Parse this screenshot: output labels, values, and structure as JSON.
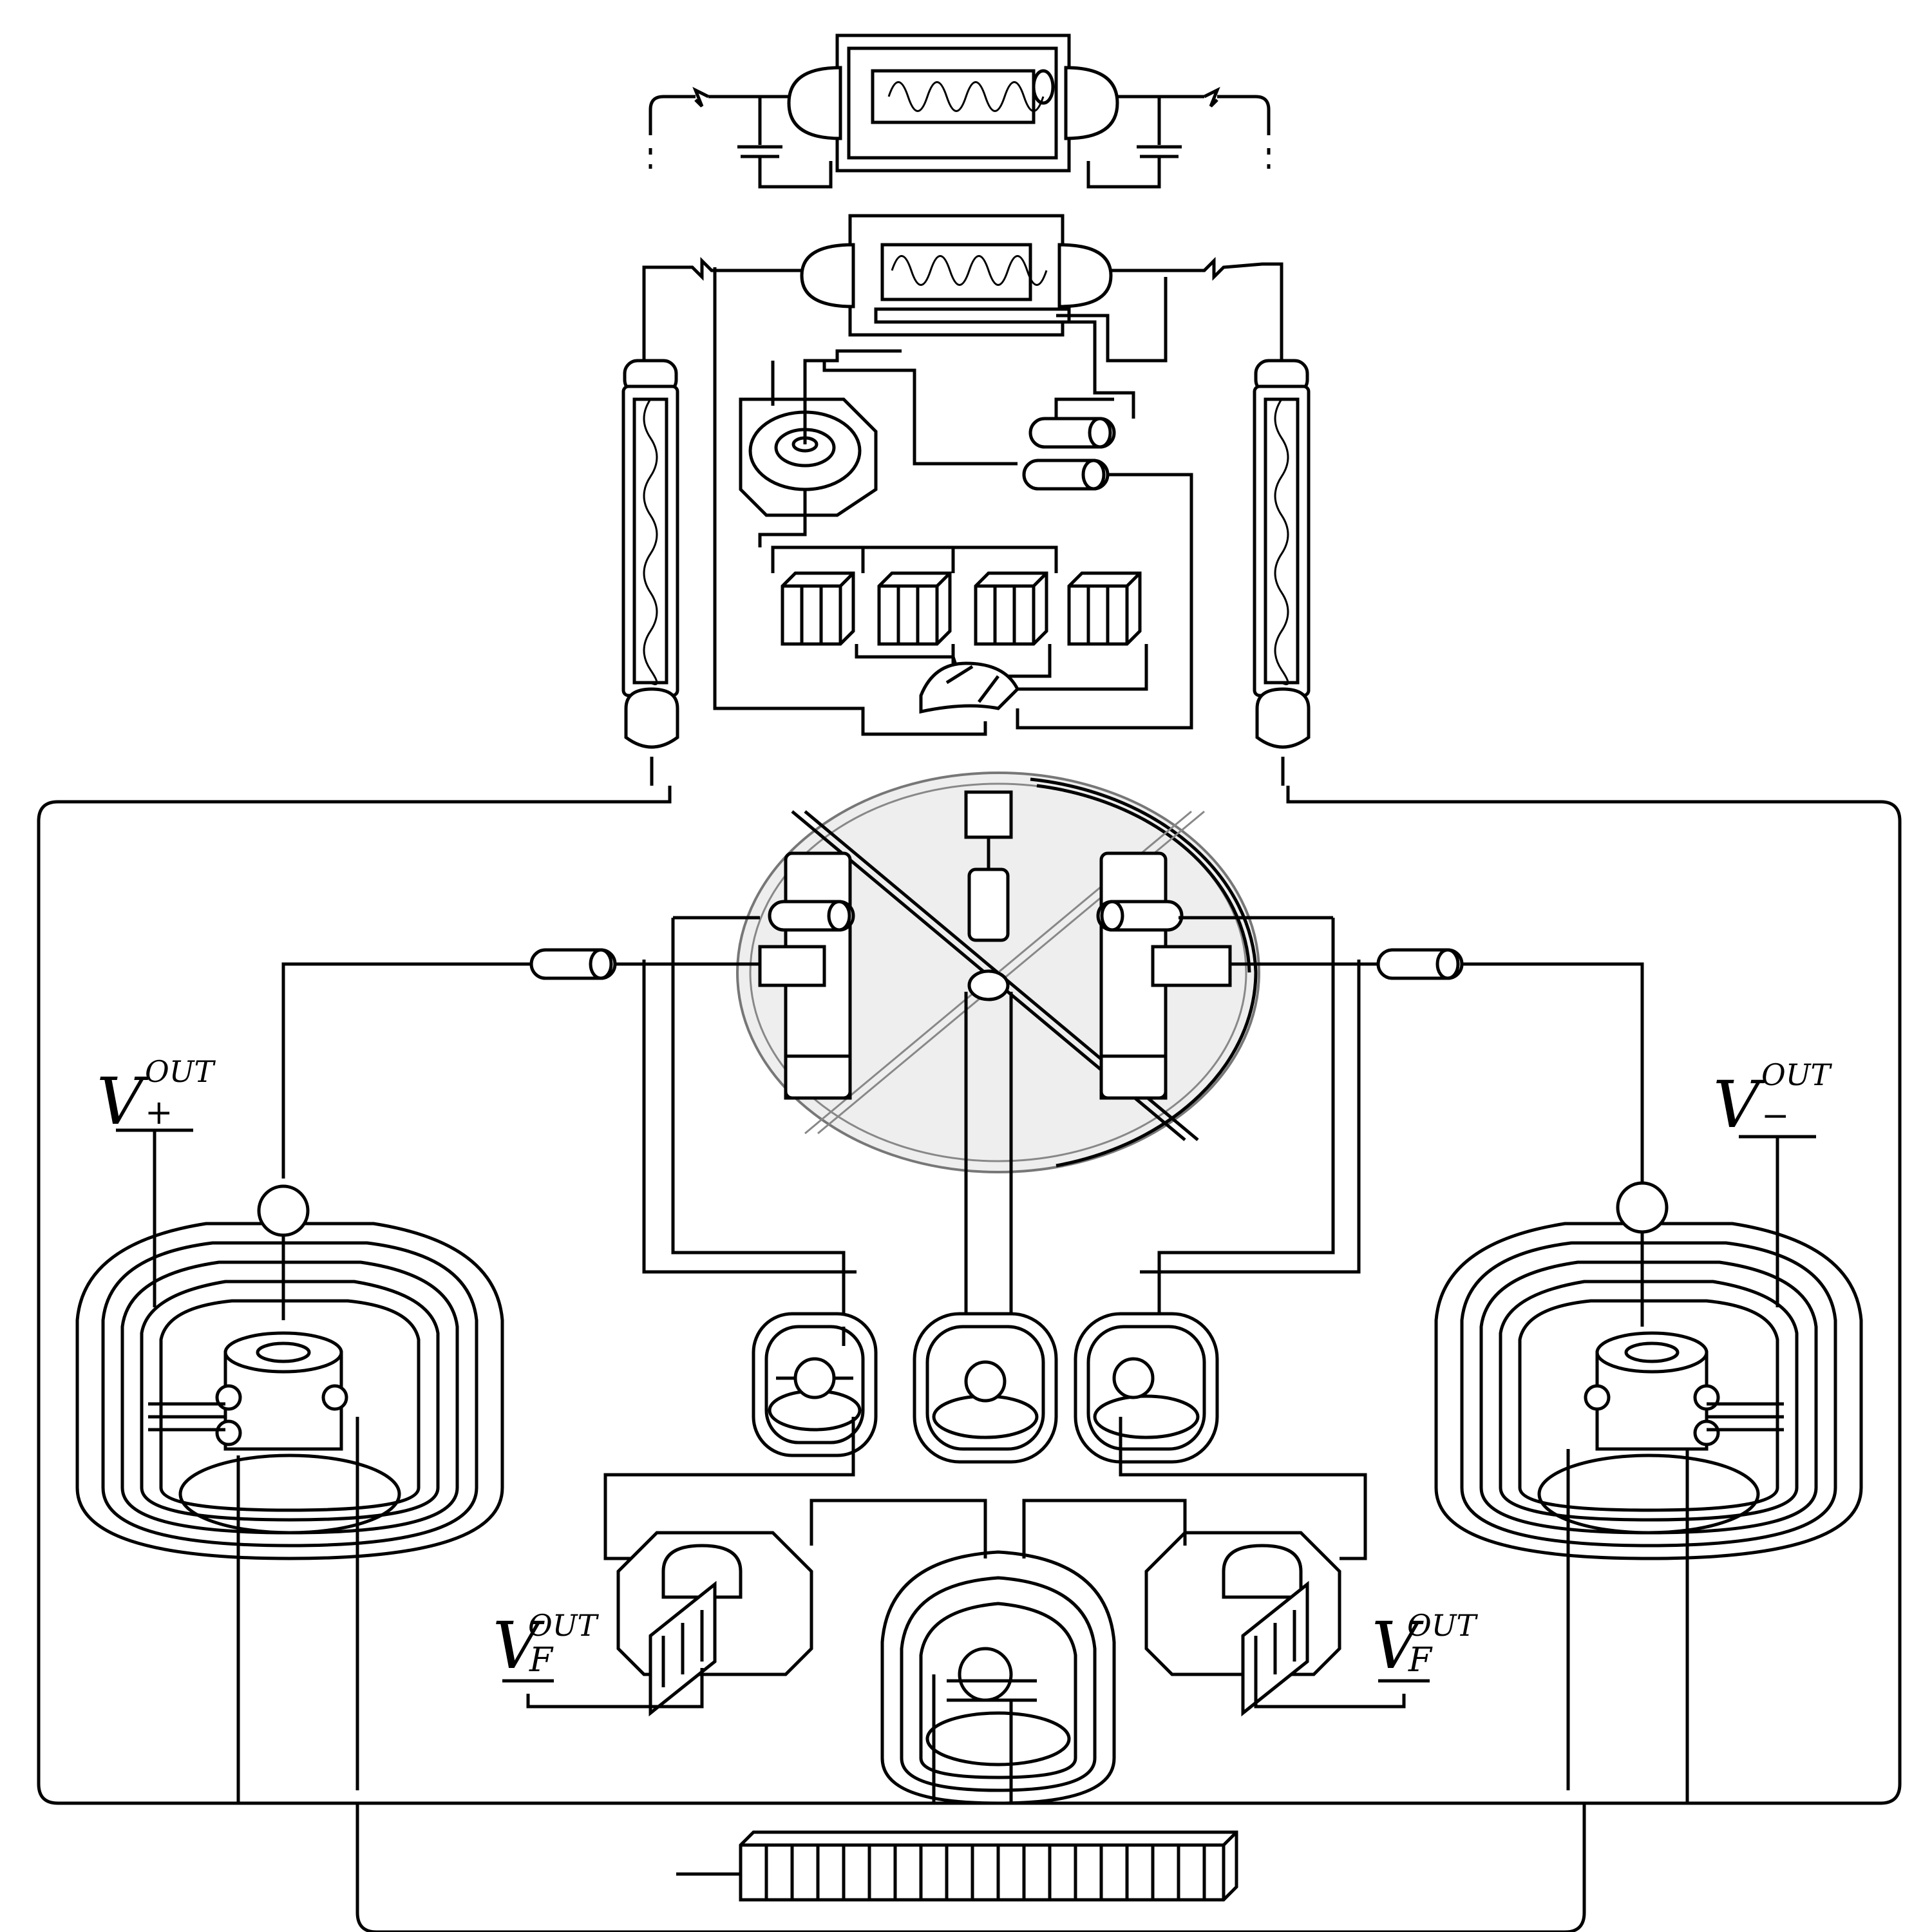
{
  "labels": {
    "v_plus": {
      "main": "V",
      "sub": "+",
      "sup": "OUT"
    },
    "v_minus": {
      "main": "V",
      "sub": "−",
      "sup": "OUT"
    },
    "v_f_left": {
      "main": "V",
      "sub": "F",
      "sup": "OUT"
    },
    "v_f_right": {
      "main": "V",
      "sub": "F",
      "sup": "OUT"
    }
  }
}
